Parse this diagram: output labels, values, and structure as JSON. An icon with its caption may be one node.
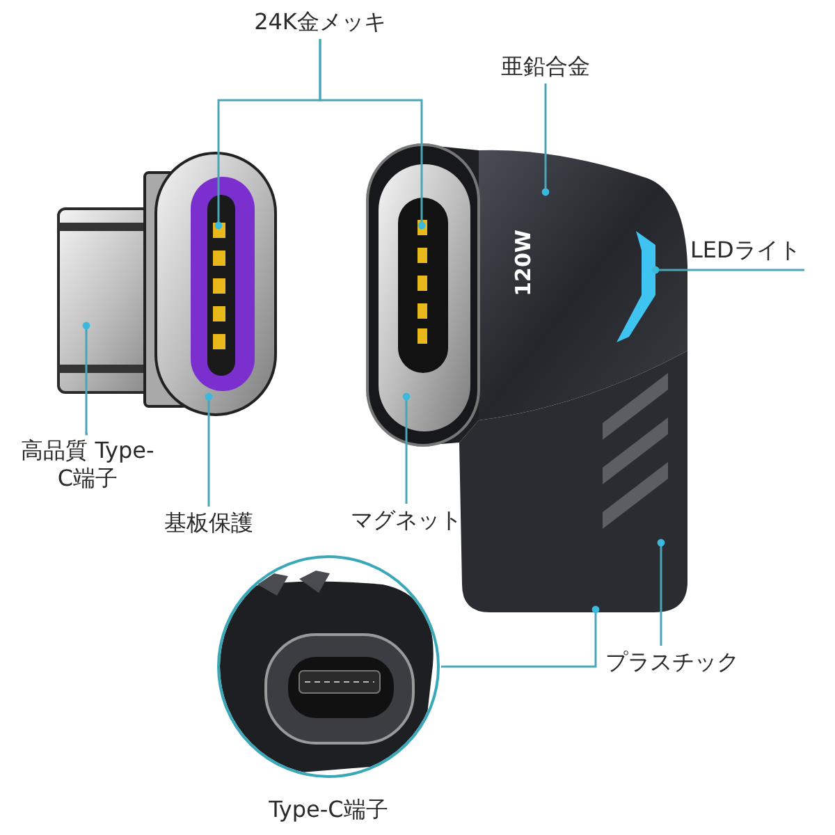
{
  "diagram": {
    "nodes": [
      {
        "text": [
          "24K金メッキ"
        ]
      },
      {
        "text": [
          "亜鉛合金"
        ]
      },
      {
        "text": [
          "LEDライト"
        ]
      },
      {
        "text": [
          "高品質 Type-C端子"
        ]
      },
      {
        "text": [
          "基板保護"
        ]
      },
      {
        "text": [
          "マグネット"
        ]
      },
      {
        "text": [
          "プラスチック"
        ]
      },
      {
        "text": [
          "Type-C端子"
        ]
      },
      {
        "text": [],
        "shape": "picture"
      },
      {
        "text": [],
        "shape": "picture"
      },
      {
        "text": [],
        "shape": "picture",
        "in": 9
      },
      {
        "text": [],
        "shape": "picture"
      },
      {
        "text": [],
        "shape": "picture",
        "in": 11
      },
      {
        "text": [],
        "shape": "picture"
      },
      {
        "text": [],
        "shape": "picture"
      },
      {
        "text": [],
        "shape": "picture",
        "in": 14
      }
    ],
    "edges": [
      {
        "from": 0,
        "to": 10,
        "arrow": "other"
      },
      {
        "from": 0,
        "to": 15,
        "arrow": "other"
      },
      {
        "from": 1,
        "to": 11,
        "arrow": "other"
      },
      {
        "from": 2,
        "to": 12,
        "arrow": "other"
      },
      {
        "from": 3,
        "to": 8,
        "arrow": "other"
      },
      {
        "from": 4,
        "to": 9,
        "arrow": "other"
      },
      {
        "from": 5,
        "to": 14,
        "arrow": "other"
      },
      {
        "from": 6,
        "to": 13,
        "arrow": "other"
      },
      {
        "from": 7,
        "to": 13,
        "arrow": "other"
      }
    ],
    "labels": [
      "120W"
    ]
  }
}
